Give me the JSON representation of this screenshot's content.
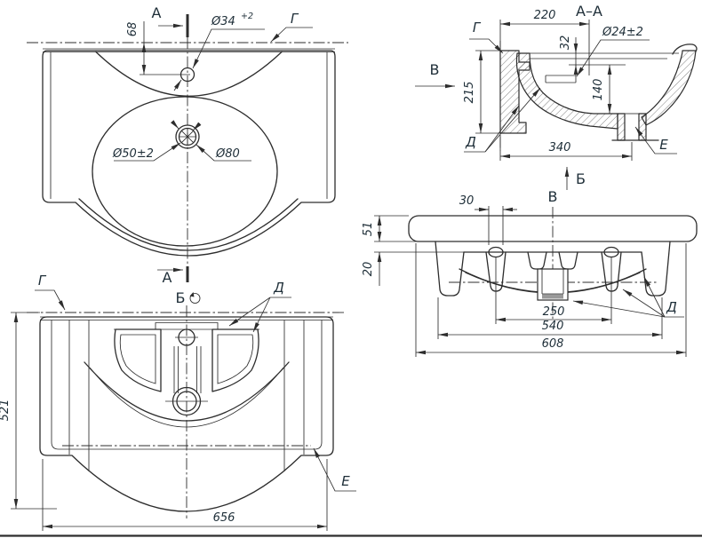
{
  "meta": {
    "type": "engineering-drawing",
    "subject": "washbasin multi-view technical drawing"
  },
  "colors": {
    "line": "#2d2d2d",
    "text": "#1e2e38",
    "background": "#ffffff",
    "shade": "#999999"
  },
  "views": {
    "front": {
      "section_label_top": "А",
      "section_label_bottom": "А",
      "surface_label": "Г",
      "dim_faucet_offset": "68",
      "dim_faucet_hole": "Ø34",
      "dim_faucet_hole_tol": "+2",
      "dim_drain_hole": "Ø50±2",
      "dim_overflow_ring": "Ø80"
    },
    "section_aa": {
      "title": "А–А",
      "label_surface": "Г",
      "label_view_v": "В",
      "label_d": "Д",
      "label_e": "Е",
      "label_cut_b": "Б",
      "dim_220": "220",
      "dim_32": "32",
      "dim_hole_24": "Ø24±2",
      "dim_215": "215",
      "dim_140": "140",
      "dim_340": "340"
    },
    "view_v": {
      "title": "В",
      "label_d": "Д",
      "dim_30": "30",
      "dim_51": "51",
      "dim_20": "20",
      "dim_250": "250",
      "dim_540": "540",
      "dim_608": "608"
    },
    "view_b": {
      "title": "Б",
      "label_surface": "Г",
      "label_d": "Д",
      "label_e": "Е",
      "section_label": "А",
      "dim_521": "521",
      "dim_656": "656"
    }
  }
}
